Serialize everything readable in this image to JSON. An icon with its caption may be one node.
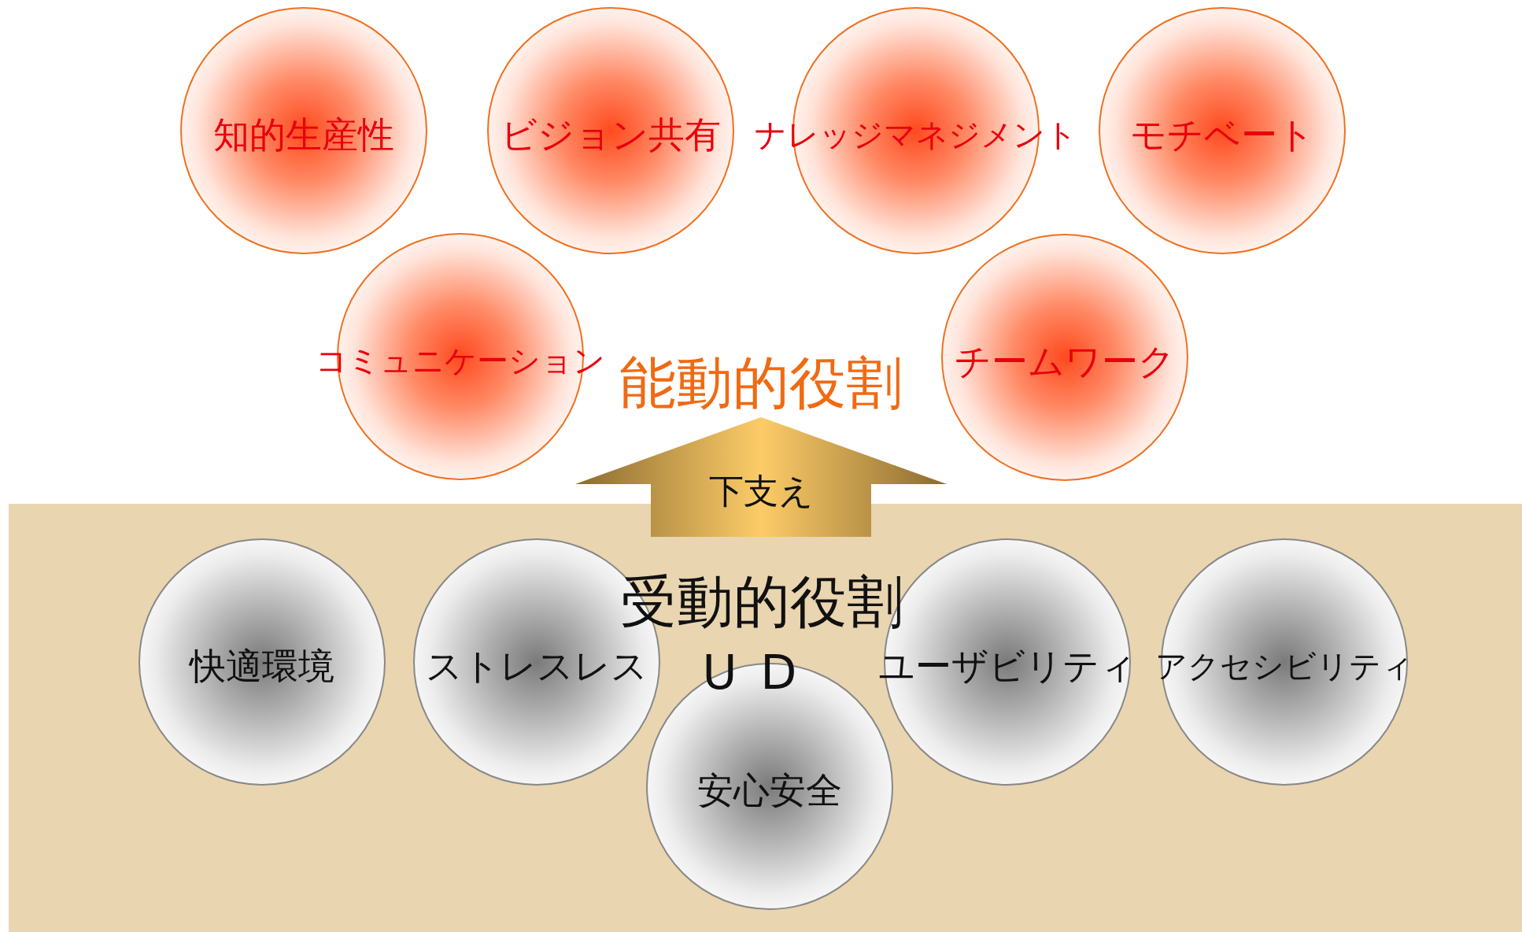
{
  "diagram": {
    "nodes": [
      {
        "text": [
          "知的生産性"
        ]
      },
      {
        "text": [
          "ビジョン共有"
        ]
      },
      {
        "text": [
          "ナレッジマネジメント"
        ]
      },
      {
        "text": [
          "モチベート"
        ]
      },
      {
        "text": [
          "コミュニケーション"
        ]
      },
      {
        "text": [
          "チームワーク"
        ]
      },
      {
        "text": [
          "能動的役割"
        ]
      },
      {
        "text": [
          "受動的役割",
          "UD"
        ]
      },
      {
        "text": [
          "快適環境"
        ]
      },
      {
        "text": [
          "ストレスレス"
        ]
      },
      {
        "text": [
          "ユーザビリティ"
        ]
      },
      {
        "text": [
          "アクセシビリティ"
        ]
      },
      {
        "text": [
          "安心安全"
        ]
      }
    ],
    "edges": [
      {
        "from": 7,
        "to": 6,
        "arrow": "to",
        "label": "下支え"
      }
    ]
  }
}
